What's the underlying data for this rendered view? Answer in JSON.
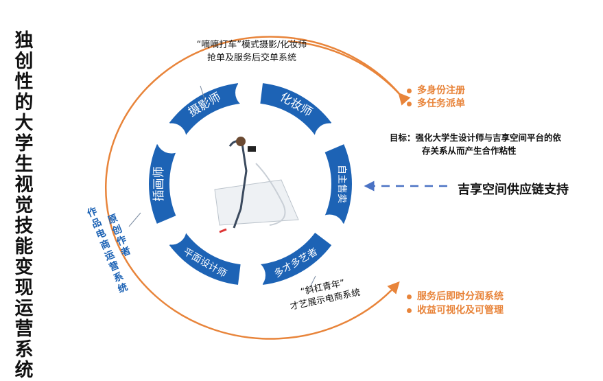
{
  "title": "独创性的大学生视觉技能变现运营系统",
  "top_note": {
    "line1": "“嘀嘀打车”模式摄影/化妆师",
    "line2": "抢单及服务后交单系统"
  },
  "bottom_note": {
    "line1": "“斜杠青年”",
    "line2": "才艺展示电商系统"
  },
  "right_top_bullets": [
    "多身份注册",
    "多任务派单"
  ],
  "right_bottom_bullets": [
    "服务后即时分润系统",
    "收益可视化及可管理"
  ],
  "goal": {
    "line1": "目标：强化大学生设计师与吉享空间平台的依",
    "line2": "存关系从而产生合作粘性"
  },
  "support_label": "吉享空间供应链支持",
  "left_note": {
    "col1": "作品电商运营系统",
    "col2": "原创作者"
  },
  "ring_segments": [
    "摄影师",
    "化妆师",
    "自主售卖",
    "多才多艺者",
    "平面设计师",
    "插画师"
  ],
  "colors": {
    "ring_blue": "#1d63b5",
    "accent_orange": "#e8843a",
    "arrow_blue": "#4a72c4"
  }
}
